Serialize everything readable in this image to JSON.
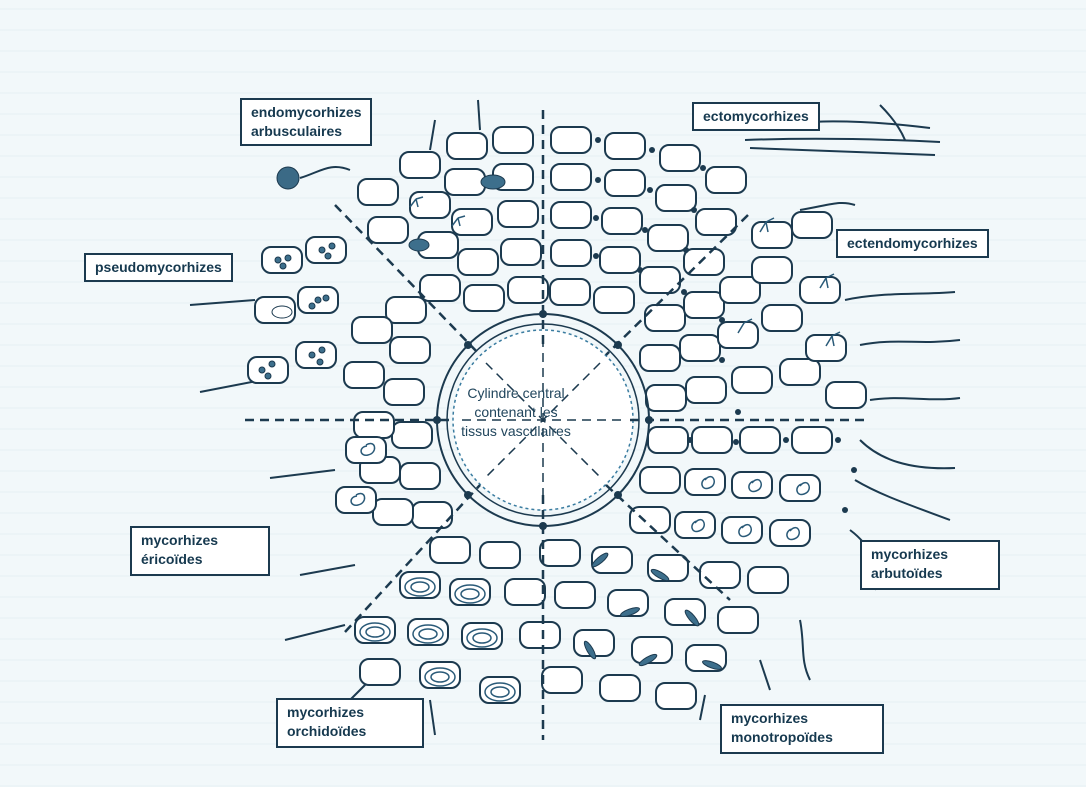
{
  "labels": {
    "endomycorhizes": [
      "endomycorhizes",
      "arbusculaires"
    ],
    "ectomycorhizes": [
      "ectomycorhizes"
    ],
    "pseudomycorhizes": [
      "pseudomycorhizes"
    ],
    "ectendomycorhizes": [
      "ectendomycorhizes"
    ],
    "ericoides": [
      "mycorhizes",
      "éricoïdes"
    ],
    "arbutoides": [
      "mycorhizes",
      "arbutoïdes"
    ],
    "orchidoides": [
      "mycorhizes",
      "orchidoïdes"
    ],
    "monotropoides": [
      "mycorhizes",
      "monotropoïdes"
    ]
  },
  "center": [
    "Cylindre central",
    "contenant les",
    "tissus vasculaires"
  ],
  "colors": {
    "ink": "#1c3a4f",
    "text": "#16394f",
    "paper": "#f2f8fa"
  }
}
